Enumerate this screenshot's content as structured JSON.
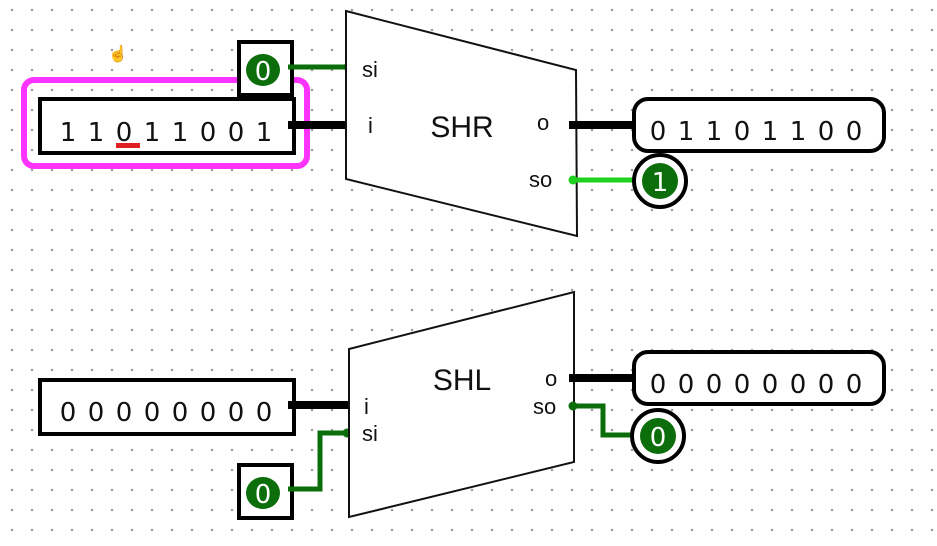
{
  "shr": {
    "name": "SHR",
    "ports": {
      "si": "si",
      "i": "i",
      "o": "o",
      "so": "so"
    },
    "si_value": "0",
    "input_bits": [
      "1",
      "1",
      "0",
      "1",
      "1",
      "0",
      "0",
      "1"
    ],
    "output_bits": [
      "0",
      "1",
      "1",
      "0",
      "1",
      "1",
      "0",
      "0"
    ],
    "so_value": "1"
  },
  "shl": {
    "name": "SHL",
    "ports": {
      "i": "i",
      "si": "si",
      "o": "o",
      "so": "so"
    },
    "si_value": "0",
    "input_bits": [
      "0",
      "0",
      "0",
      "0",
      "0",
      "0",
      "0",
      "0"
    ],
    "output_bits": [
      "0",
      "0",
      "0",
      "0",
      "0",
      "0",
      "0",
      "0"
    ],
    "so_value": "0"
  },
  "colors": {
    "wire_low": "#0b6e0b",
    "wire_high": "#1fd11f",
    "pin_fill": "#0b6e0b",
    "selection": "#ff33ff",
    "caret": "#e02020"
  }
}
